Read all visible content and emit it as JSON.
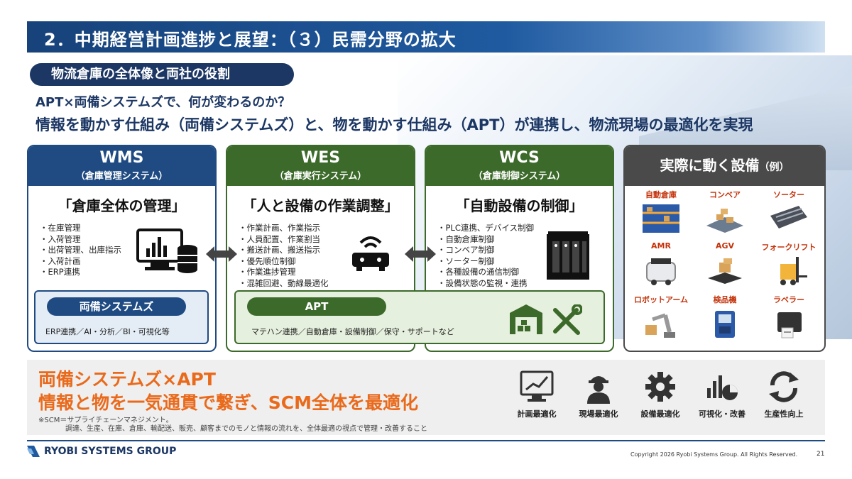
{
  "title": "2．中期経営計画進捗と展望：（３）民需分野の拡大",
  "subtitle_pill": "物流倉庫の全体像と両社の役割",
  "lead_question": "APT×両備システムズで、何が変わるのか？",
  "lead_statement": "情報を動かす仕組み（両備システムズ）と、物を動かす仕組み（APT）が連携し、物流現場の最適化を実現",
  "wms": {
    "name": "WMS",
    "full": "（倉庫管理システム）",
    "headline": "「倉庫全体の管理」",
    "items": [
      "在庫管理",
      "入荷管理",
      "出荷管理、出庫指示",
      "入荷計画",
      "ERP連携"
    ]
  },
  "wes": {
    "name": "WES",
    "full": "（倉庫実行システム）",
    "headline": "「人と設備の作業調整」",
    "items": [
      "作業計画、作業指示",
      "人員配置、作業割当",
      "搬送計画、搬送指示",
      "優先順位制御",
      "作業進捗管理",
      "混雑回避、動線最適化"
    ]
  },
  "wcs": {
    "name": "WCS",
    "full": "（倉庫制御システム）",
    "headline": "「自動設備の制御」",
    "items": [
      "PLC連携、デバイス制御",
      "自動倉庫制御",
      "コンベア制御",
      "ソーター制御",
      "各種設備の通信制御",
      "設備状態の監視・連携"
    ]
  },
  "ryobi_box": {
    "label": "両備システムズ",
    "text": "ERP連携／AI・分析／BI・可視化等"
  },
  "apt_box": {
    "label": "APT",
    "text": "マテハン連携／自動倉庫・設備制御／保守・サポートなど"
  },
  "equipment": {
    "title": "実際に動く設備",
    "title_note": "（例）",
    "items": [
      "自動倉庫",
      "コンベア",
      "ソーター",
      "AMR",
      "AGV",
      "フォークリフト",
      "ロボットアーム",
      "検品機",
      "ラベラー"
    ]
  },
  "bottom": {
    "line1": "両備システムズ×APT",
    "line2": "情報と物を一気通貫で繋ぎ、SCM全体を最適化",
    "note1": "※SCM＝サプライチェーンマネジメント。",
    "note2": "調達、生産、在庫、倉庫、輸配送、販売、顧客までのモノと情報の流れを、全体最適の視点で管理・改善すること",
    "icons": [
      {
        "icon": "monitor-chart-icon",
        "label": "計画最適化"
      },
      {
        "icon": "worker-icon",
        "label": "現場最適化"
      },
      {
        "icon": "gear-icon",
        "label": "設備最適化"
      },
      {
        "icon": "chart-pie-icon",
        "label": "可視化・改善"
      },
      {
        "icon": "cycle-icon",
        "label": "生産性向上"
      }
    ]
  },
  "footer": {
    "logo": "RYOBI SYSTEMS GROUP",
    "copyright": "Copyright 2026 Ryobi Systems Group. All Rights Reserved.",
    "page": "21"
  },
  "colors": {
    "navy": "#1c3764",
    "blue": "#1f4b82",
    "green": "#3c6a2a",
    "orange": "#ea6a1c",
    "gray": "#4a4a4a"
  }
}
